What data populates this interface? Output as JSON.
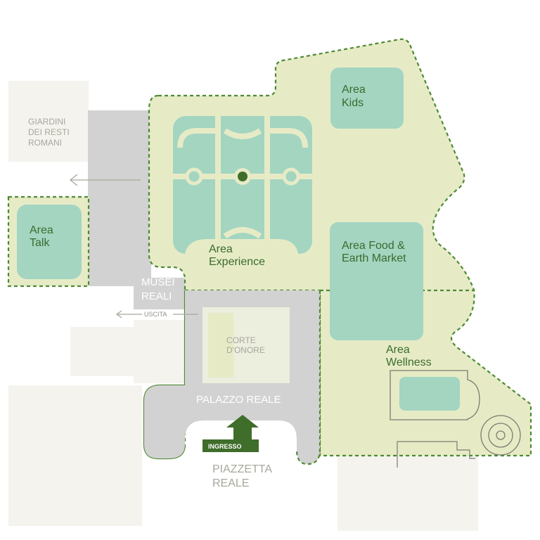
{
  "areas": {
    "kids": [
      "Area",
      "Kids"
    ],
    "experience": [
      "Area",
      "Experience"
    ],
    "talk": [
      "Area",
      "Talk"
    ],
    "food": [
      "Area Food &",
      "Earth Market"
    ],
    "wellness": [
      "Area",
      "Wellness"
    ]
  },
  "places": {
    "giardini": [
      "GIARDINI",
      "DEI RESTI",
      "ROMANI"
    ],
    "musei": [
      "MUSEI",
      "REALI"
    ],
    "corte": [
      "CORTE",
      "D'ONORE"
    ],
    "palazzo": "PALAZZO REALE",
    "piazzetta": [
      "PIAZZETTA",
      "REALE"
    ]
  },
  "signs": {
    "uscita": "USCITA",
    "ingresso": "INGRESSO"
  },
  "colors": {
    "event_zone": "#e6ebc6",
    "area_fill": "#a3d5c1",
    "building": "#d2d2d2",
    "label_green": "#3b6b2c",
    "boundary": "#4f8a35",
    "entrance": "#3f6d2a",
    "background_faint": "#f3f2ec"
  }
}
